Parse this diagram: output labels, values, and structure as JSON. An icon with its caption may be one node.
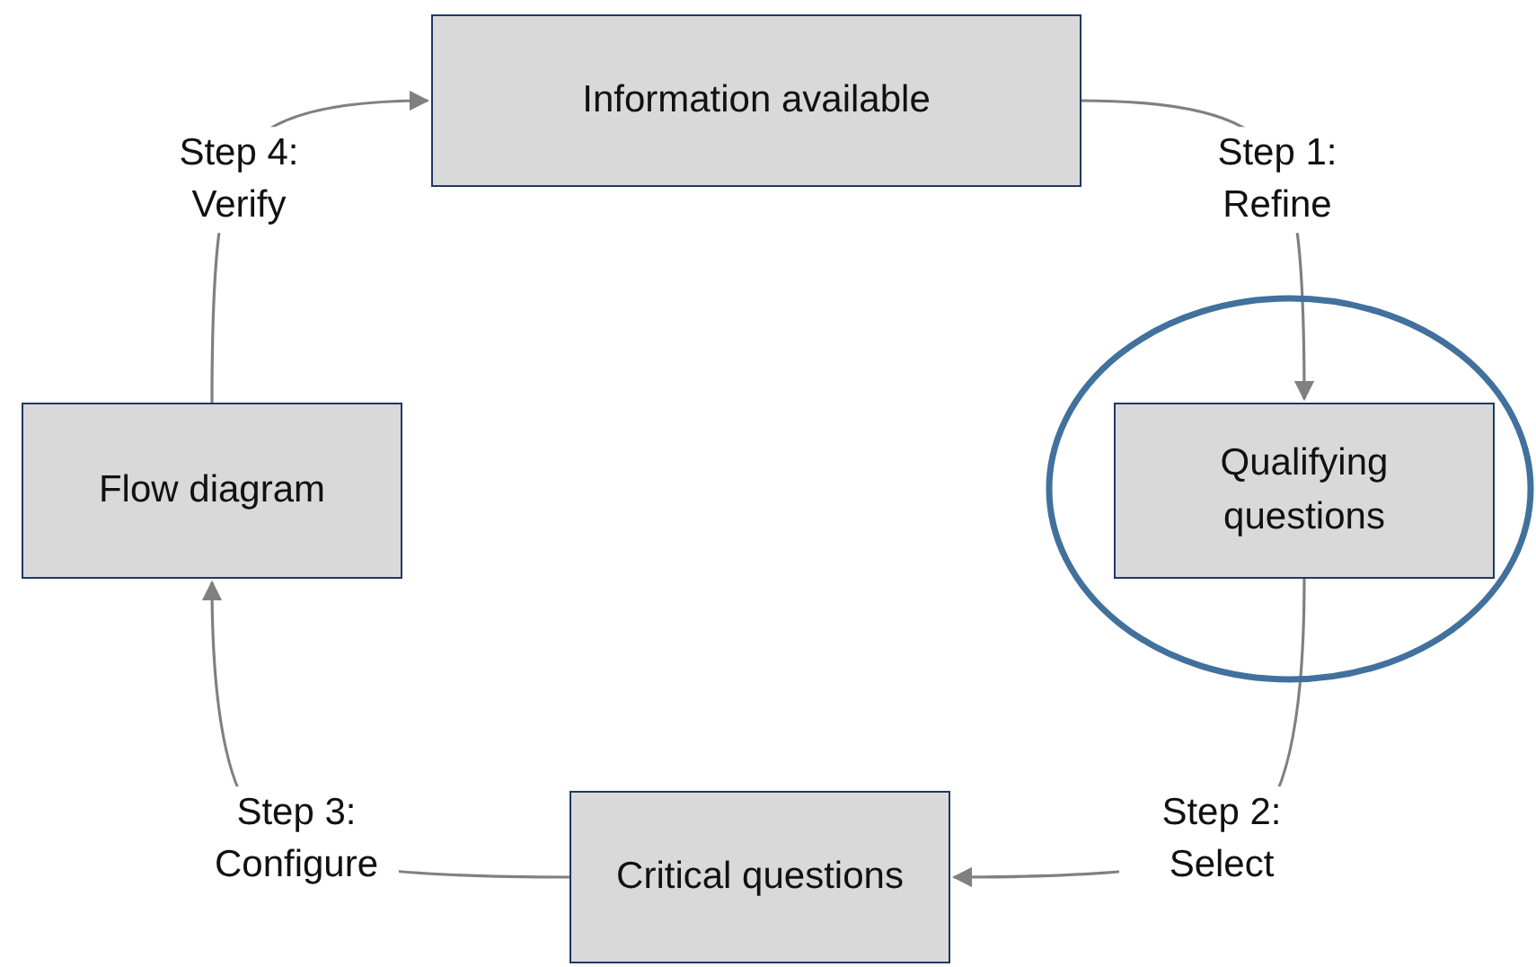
{
  "diagram": {
    "nodes": [
      {
        "text": [
          "Information available"
        ]
      },
      {
        "text": [],
        "shape": "circle"
      },
      {
        "text": [
          "Qualifying questions"
        ],
        "in": 1
      },
      {
        "text": [
          "Critical questions"
        ]
      },
      {
        "text": [
          "Flow diagram"
        ]
      }
    ],
    "edges": [
      {
        "from": 0,
        "to": 2,
        "arrow": "to",
        "label": "Step 1: Refine"
      },
      {
        "from": 2,
        "to": 3,
        "arrow": "to",
        "label": "Step 2: Select"
      },
      {
        "from": 3,
        "to": 4,
        "arrow": "to",
        "label": "Step 3: Configure"
      },
      {
        "from": 4,
        "to": 0,
        "arrow": "to",
        "label": "Step 4: Verify"
      }
    ]
  }
}
